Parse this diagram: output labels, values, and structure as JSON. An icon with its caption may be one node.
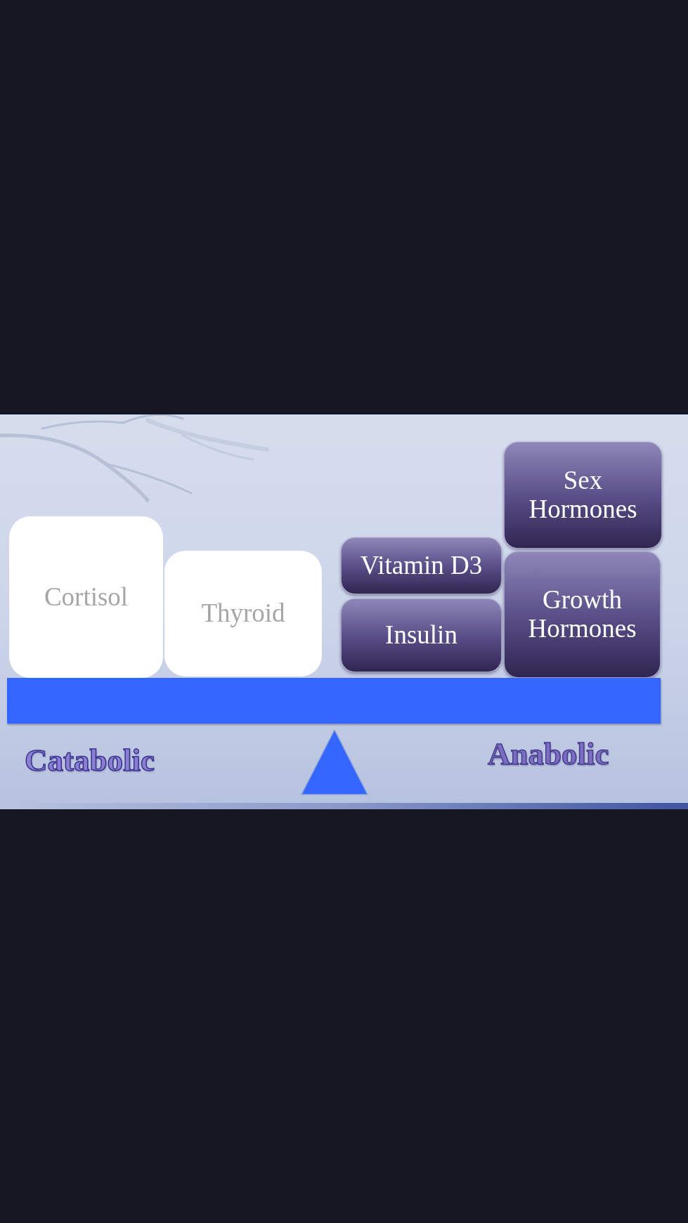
{
  "diagram": {
    "nodes": [
      {
        "text": [
          "Cortisol"
        ]
      },
      {
        "text": [
          "Thyroid"
        ]
      },
      {
        "text": [
          "Vitamin D3"
        ]
      },
      {
        "text": [
          "Insulin"
        ]
      },
      {
        "text": [
          "Sex Hormones"
        ]
      },
      {
        "text": [
          "Growth Hormones"
        ]
      },
      {
        "text": [],
        "shape": "bar"
      },
      {
        "text": [],
        "shape": "triangle"
      }
    ],
    "labels": [
      "Catabolic",
      "Anabolic"
    ]
  }
}
